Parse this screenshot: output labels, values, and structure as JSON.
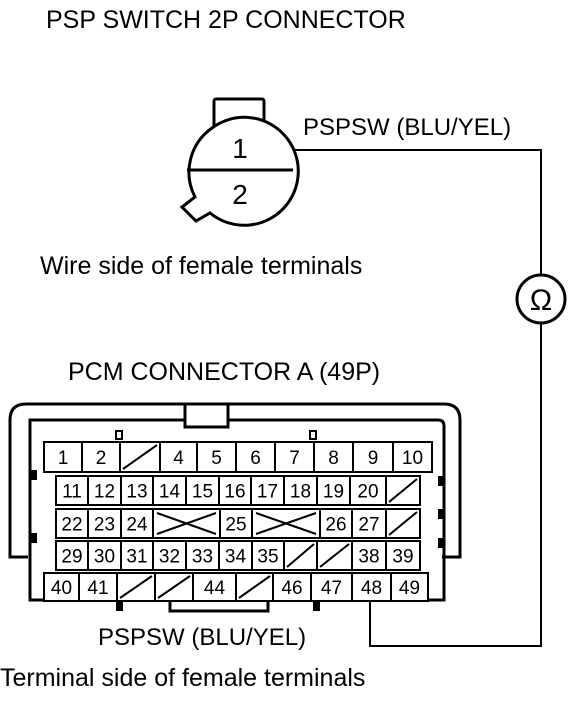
{
  "psp_connector": {
    "title": "PSP SWITCH 2P CONNECTOR",
    "pins": [
      "1",
      "2"
    ],
    "view_label": "Wire side of female terminals",
    "wire_label": "PSPSW (BLU/YEL)"
  },
  "meter": {
    "symbol": "Ω"
  },
  "pcm_connector": {
    "title": "PCM CONNECTOR A (49P)",
    "view_label": "Terminal side of female terminals",
    "wire_label": "PSPSW (BLU/YEL)",
    "probe_terminal": "48",
    "rows": [
      [
        "1",
        "2",
        "/",
        "4",
        "5",
        "6",
        "7",
        "8",
        "9",
        "10"
      ],
      [
        "11",
        "12",
        "13",
        "14",
        "15",
        "16",
        "17",
        "18",
        "19",
        "20",
        "/"
      ],
      [
        "22",
        "23",
        "24",
        "X",
        "25",
        "X",
        "26",
        "27",
        "/"
      ],
      [
        "29",
        "30",
        "31",
        "32",
        "33",
        "34",
        "35",
        "/",
        "/",
        "38",
        "39"
      ],
      [
        "40",
        "41",
        "/",
        "/",
        "44",
        "/",
        "46",
        "47",
        "48",
        "49"
      ]
    ]
  },
  "colors": {
    "line": "#000000",
    "background": "#ffffff"
  }
}
